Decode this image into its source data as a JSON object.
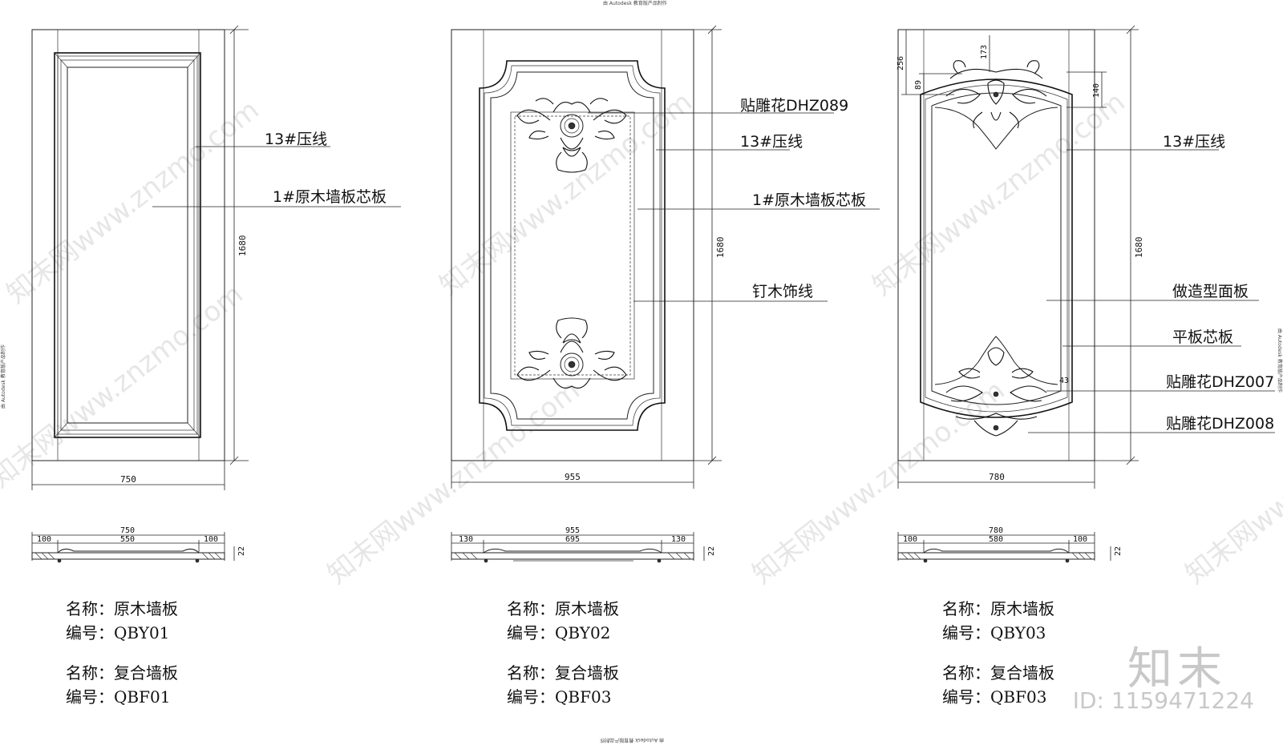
{
  "header_note": "由 Autodesk 教育版产品制作",
  "footer_note": "由 Autodesk 教育版产品制作",
  "side_note": "由 Autodesk 教育版产品制作",
  "watermark_text": "知末网www.znzmo.com",
  "brand": "知末",
  "id_label": "ID: 1159471224",
  "panel1": {
    "callouts": [
      "13#压线",
      "1#原木墙板芯板"
    ],
    "height": "1680",
    "width": "750",
    "section": {
      "total": "750",
      "left": "100",
      "center": "550",
      "right": "100",
      "thick": "22"
    },
    "info": [
      {
        "label": "名称：",
        "value": "原木墙板"
      },
      {
        "label": "编号：",
        "value": "QBY01"
      },
      {
        "label": "名称：",
        "value": "复合墙板"
      },
      {
        "label": "编号：",
        "value": "QBF01"
      }
    ]
  },
  "panel2": {
    "callouts": [
      "贴雕花DHZ089",
      "13#压线",
      "1#原木墙板芯板",
      "钉木饰线"
    ],
    "height": "1680",
    "width": "955",
    "section": {
      "total": "955",
      "left": "130",
      "center": "695",
      "right": "130",
      "thick": "22"
    },
    "info": [
      {
        "label": "名称：",
        "value": "原木墙板"
      },
      {
        "label": "编号：",
        "value": "QBY02"
      },
      {
        "label": "名称：",
        "value": "复合墙板"
      },
      {
        "label": "编号：",
        "value": "QBF03"
      }
    ]
  },
  "panel3": {
    "callouts": [
      "13#压线",
      "做造型面板",
      "平板芯板",
      "贴雕花DHZ007",
      "贴雕花DHZ008"
    ],
    "height": "1680",
    "width": "780",
    "top_dims": [
      "256",
      "89",
      "173",
      "140"
    ],
    "small_dim": "43",
    "section": {
      "total": "780",
      "left": "100",
      "center": "580",
      "right": "100",
      "thick": "22"
    },
    "info": [
      {
        "label": "名称：",
        "value": "原木墙板"
      },
      {
        "label": "编号：",
        "value": "QBY03"
      },
      {
        "label": "名称：",
        "value": "复合墙板"
      },
      {
        "label": "编号：",
        "value": "QBF03"
      }
    ]
  }
}
